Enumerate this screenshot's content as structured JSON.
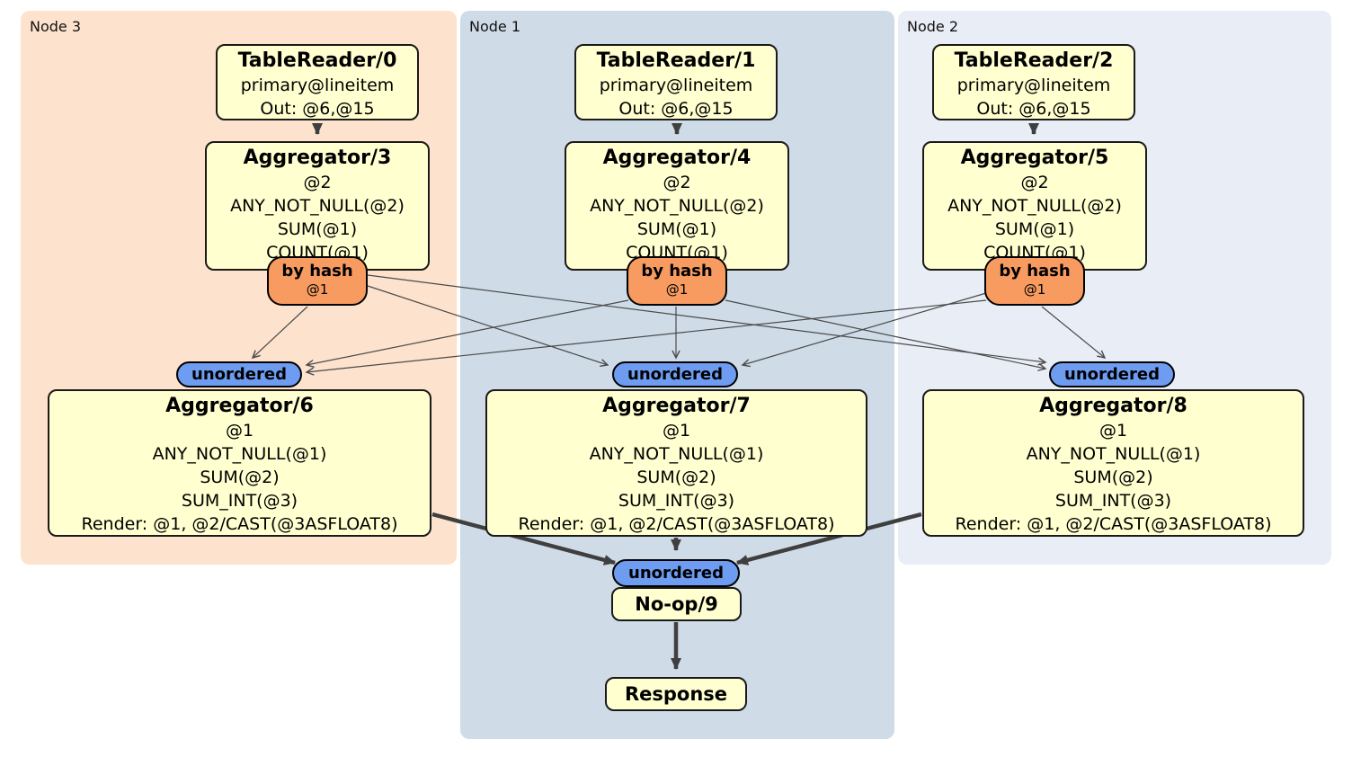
{
  "regions": [
    {
      "label": "Node 3"
    },
    {
      "label": "Node 1"
    },
    {
      "label": "Node 2"
    }
  ],
  "processors": [
    {
      "title": "TableReader/0",
      "lines": [
        "primary@lineitem",
        "Out: @6,@15"
      ]
    },
    {
      "title": "TableReader/1",
      "lines": [
        "primary@lineitem",
        "Out: @6,@15"
      ]
    },
    {
      "title": "TableReader/2",
      "lines": [
        "primary@lineitem",
        "Out: @6,@15"
      ]
    },
    {
      "title": "Aggregator/3",
      "lines": [
        "@2",
        "ANY_NOT_NULL(@2)",
        "SUM(@1)",
        "COUNT(@1)"
      ]
    },
    {
      "title": "Aggregator/4",
      "lines": [
        "@2",
        "ANY_NOT_NULL(@2)",
        "SUM(@1)",
        "COUNT(@1)"
      ]
    },
    {
      "title": "Aggregator/5",
      "lines": [
        "@2",
        "ANY_NOT_NULL(@2)",
        "SUM(@1)",
        "COUNT(@1)"
      ]
    },
    {
      "title": "Aggregator/6",
      "lines": [
        "@1",
        "ANY_NOT_NULL(@1)",
        "SUM(@2)",
        "SUM_INT(@3)",
        "Render: @1, @2/CAST(@3ASFLOAT8)"
      ]
    },
    {
      "title": "Aggregator/7",
      "lines": [
        "@1",
        "ANY_NOT_NULL(@1)",
        "SUM(@2)",
        "SUM_INT(@3)",
        "Render: @1, @2/CAST(@3ASFLOAT8)"
      ]
    },
    {
      "title": "Aggregator/8",
      "lines": [
        "@1",
        "ANY_NOT_NULL(@1)",
        "SUM(@2)",
        "SUM_INT(@3)",
        "Render: @1, @2/CAST(@3ASFLOAT8)"
      ]
    },
    {
      "title": "No-op/9",
      "lines": []
    },
    {
      "title": "Response",
      "lines": []
    }
  ],
  "routers": [
    {
      "label": "by hash",
      "detail": "@1"
    },
    {
      "label": "by hash",
      "detail": "@1"
    },
    {
      "label": "by hash",
      "detail": "@1"
    }
  ],
  "streams": [
    {
      "label": "unordered"
    },
    {
      "label": "unordered"
    },
    {
      "label": "unordered"
    },
    {
      "label": "unordered"
    }
  ],
  "colors": {
    "region_node3": "#fde2cd",
    "region_node1": "#cfdce8",
    "region_node2": "#e9edf6",
    "processor_fill": "#ffffd0",
    "router_fill": "#f79b61",
    "stream_fill": "#6d9cf0",
    "edge_thin": "#4a4a4a",
    "edge_thick": "#3f3f3f"
  },
  "edges": {
    "thick": [
      [
        353,
        137,
        353,
        149
      ],
      [
        753,
        137,
        753,
        149
      ],
      [
        1150,
        137,
        1150,
        149
      ],
      [
        481,
        572,
        684,
        626
      ],
      [
        752,
        598,
        752,
        612
      ],
      [
        1025,
        572,
        820,
        626
      ],
      [
        752,
        692,
        752,
        744
      ]
    ],
    "thin": [
      [
        342,
        341,
        281,
        398
      ],
      [
        409,
        318,
        676,
        406
      ],
      [
        409,
        306,
        1163,
        403
      ],
      [
        752,
        341,
        752,
        398
      ],
      [
        699,
        334,
        341,
        406
      ],
      [
        807,
        334,
        1163,
        410
      ],
      [
        1159,
        341,
        1229,
        398
      ],
      [
        1097,
        334,
        341,
        414
      ],
      [
        1097,
        326,
        826,
        406
      ]
    ]
  }
}
